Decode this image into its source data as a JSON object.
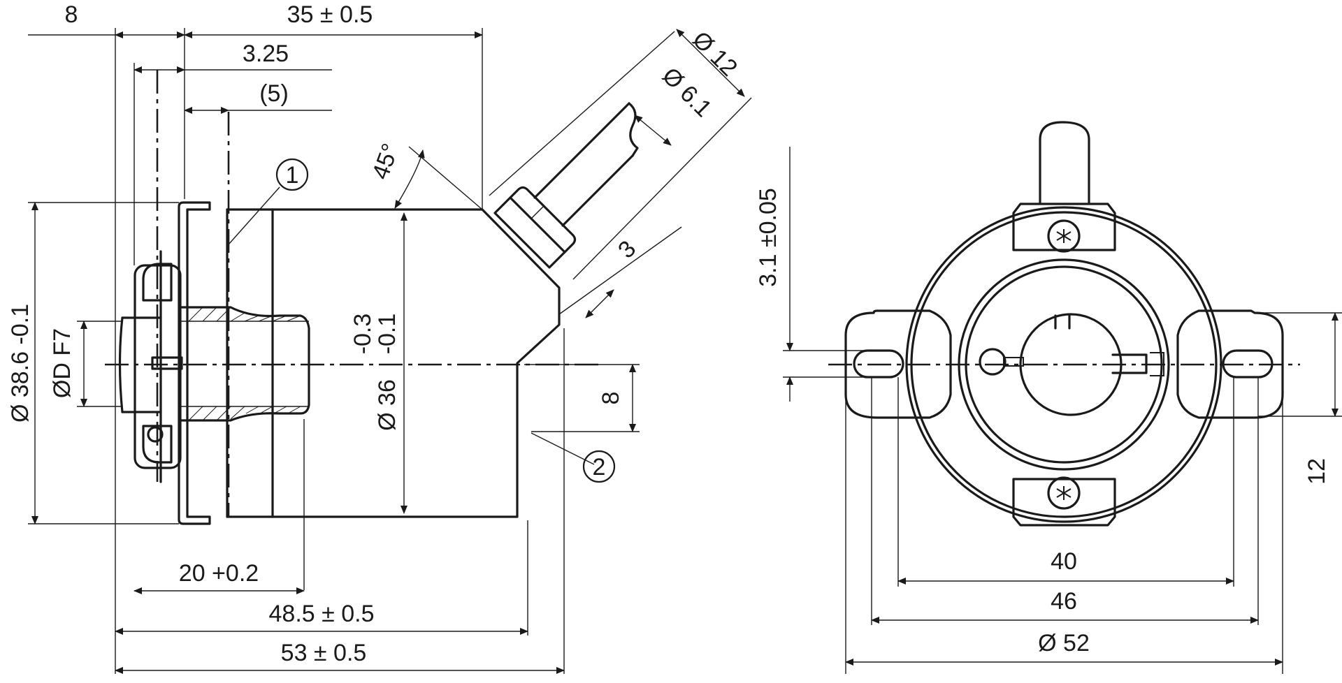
{
  "side_view": {
    "dim_8_top": "8",
    "dim_35": "35 ± 0.5",
    "dim_325": "3.25",
    "dim_5": "(5)",
    "dim_d12": "Ø 12",
    "dim_d61": "Ø 6.1",
    "dim_45": "45°",
    "dim_3": "3",
    "dim_d386": "Ø 38.6 -0.1",
    "dim_dDF7": "ØD F7",
    "dim_tol1": "-0.3",
    "dim_tol2": "-0.1",
    "dim_d36": "Ø 36",
    "dim_8_right": "8",
    "dim_20": "20 +0.2",
    "dim_485": "48.5 ± 0.5",
    "dim_53": "53 ± 0.5",
    "callout_1": "1",
    "callout_2": "2"
  },
  "front_view": {
    "dim_31": "3.1 ±0.05",
    "dim_12": "12",
    "dim_40": "40",
    "dim_46": "46",
    "dim_d52": "Ø 52"
  }
}
